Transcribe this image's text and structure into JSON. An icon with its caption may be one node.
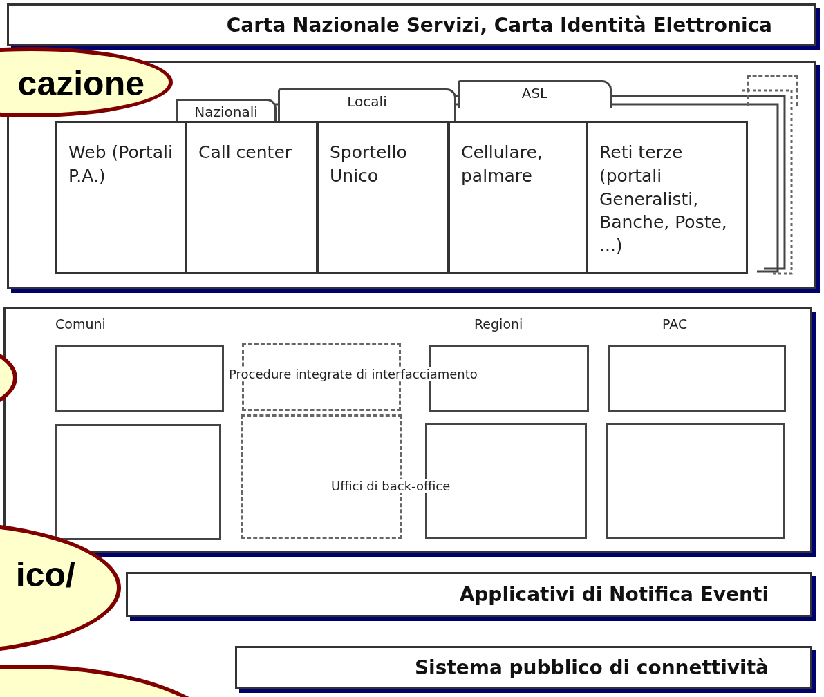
{
  "diagram": {
    "nodes": [
      {
        "text": [
          "Carta Nazionale Servizi, Carta Identità Elettronica"
        ]
      },
      {
        "text": [],
        "shape": "box"
      },
      {
        "text": [
          "Nazionali"
        ],
        "in": 1
      },
      {
        "text": [
          "Locali"
        ],
        "in": 1
      },
      {
        "text": [
          "ASL"
        ],
        "in": 1
      },
      {
        "text": [],
        "shape": "box",
        "in": 1
      },
      {
        "text": [
          "Web (Portali P.A.)"
        ],
        "in": 1
      },
      {
        "text": [
          "Call center"
        ],
        "in": 1
      },
      {
        "text": [
          "Sportello Unico"
        ],
        "in": 1
      },
      {
        "text": [
          "Cellulare, palmare"
        ],
        "in": 1
      },
      {
        "text": [
          "Reti terze (portali Generalisti, Banche, Poste, ...)"
        ],
        "in": 1
      },
      {
        "text": [],
        "shape": "box"
      },
      {
        "text": [],
        "shape": "box",
        "in": 11
      },
      {
        "text": [],
        "shape": "box",
        "in": 11
      },
      {
        "text": [],
        "shape": "box",
        "in": 11
      },
      {
        "text": [],
        "shape": "box",
        "in": 11
      },
      {
        "text": [],
        "shape": "box",
        "in": 11
      },
      {
        "text": [],
        "shape": "box",
        "in": 11
      },
      {
        "text": [],
        "shape": "box",
        "in": 11
      },
      {
        "text": [],
        "shape": "box",
        "in": 11
      },
      {
        "text": [
          "Applicativi di Notifica Eventi"
        ]
      },
      {
        "text": [
          "Sistema pubblico di connettività"
        ]
      },
      {
        "text": [
          "cazione"
        ]
      },
      {
        "text": [],
        "shape": "ellipse"
      },
      {
        "text": [
          "ico/"
        ]
      },
      {
        "text": [],
        "shape": "ellipse"
      }
    ],
    "edges": [],
    "labels": [
      "Comuni",
      "Regioni",
      "PAC",
      "Procedure integrate di interfacciamento",
      "Uffici di back-office"
    ]
  }
}
